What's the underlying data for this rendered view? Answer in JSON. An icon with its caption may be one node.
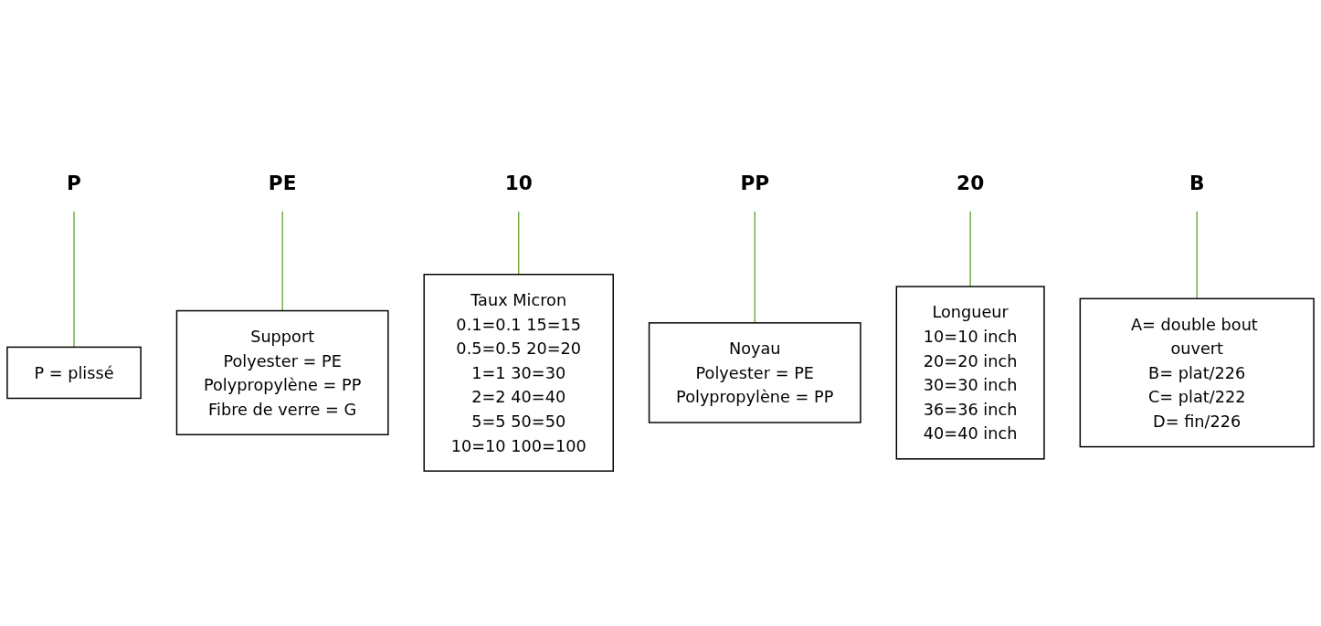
{
  "diagram": {
    "nodes": [
      {
        "text": [
          "P"
        ]
      },
      {
        "text": [
          "PE"
        ]
      },
      {
        "text": [
          "10"
        ]
      },
      {
        "text": [
          "PP"
        ]
      },
      {
        "text": [
          "20"
        ]
      },
      {
        "text": [
          "B"
        ]
      },
      {
        "text": [
          "A= double bout ouvert",
          "B= plat/226",
          "C= plat/222",
          "D= fin/226"
        ]
      },
      {
        "text": [
          "P = plissé"
        ]
      },
      {
        "text": [
          "Support",
          "Polyester = PE",
          "Polypropylène = PP",
          "Fibre de verre = G"
        ]
      },
      {
        "text": [
          "Longueur",
          "10=10 inch",
          "20=20 inch",
          "30=30 inch",
          "36=36 inch",
          "40=40 inch"
        ]
      },
      {
        "text": [
          "Taux Micron",
          "0.1=0.1",
          "15=15",
          "0.5=0.5",
          "20=20",
          "1=1",
          "30=30",
          "2=2",
          "40=40",
          "5=5",
          "50=50",
          "10=10",
          "100=100"
        ]
      },
      {
        "text": [
          "Noyau",
          "Polyester = PE",
          "Polypropylène = PP"
        ]
      }
    ],
    "edges": [
      {
        "from": 0,
        "to": 7,
        "arrow": "none"
      },
      {
        "from": 1,
        "to": 8,
        "arrow": "none"
      },
      {
        "from": 2,
        "to": 10,
        "arrow": "none"
      },
      {
        "from": 3,
        "to": 11,
        "arrow": "none"
      },
      {
        "from": 4,
        "to": 9,
        "arrow": "none"
      },
      {
        "from": 5,
        "to": 6,
        "arrow": "none"
      }
    ]
  }
}
